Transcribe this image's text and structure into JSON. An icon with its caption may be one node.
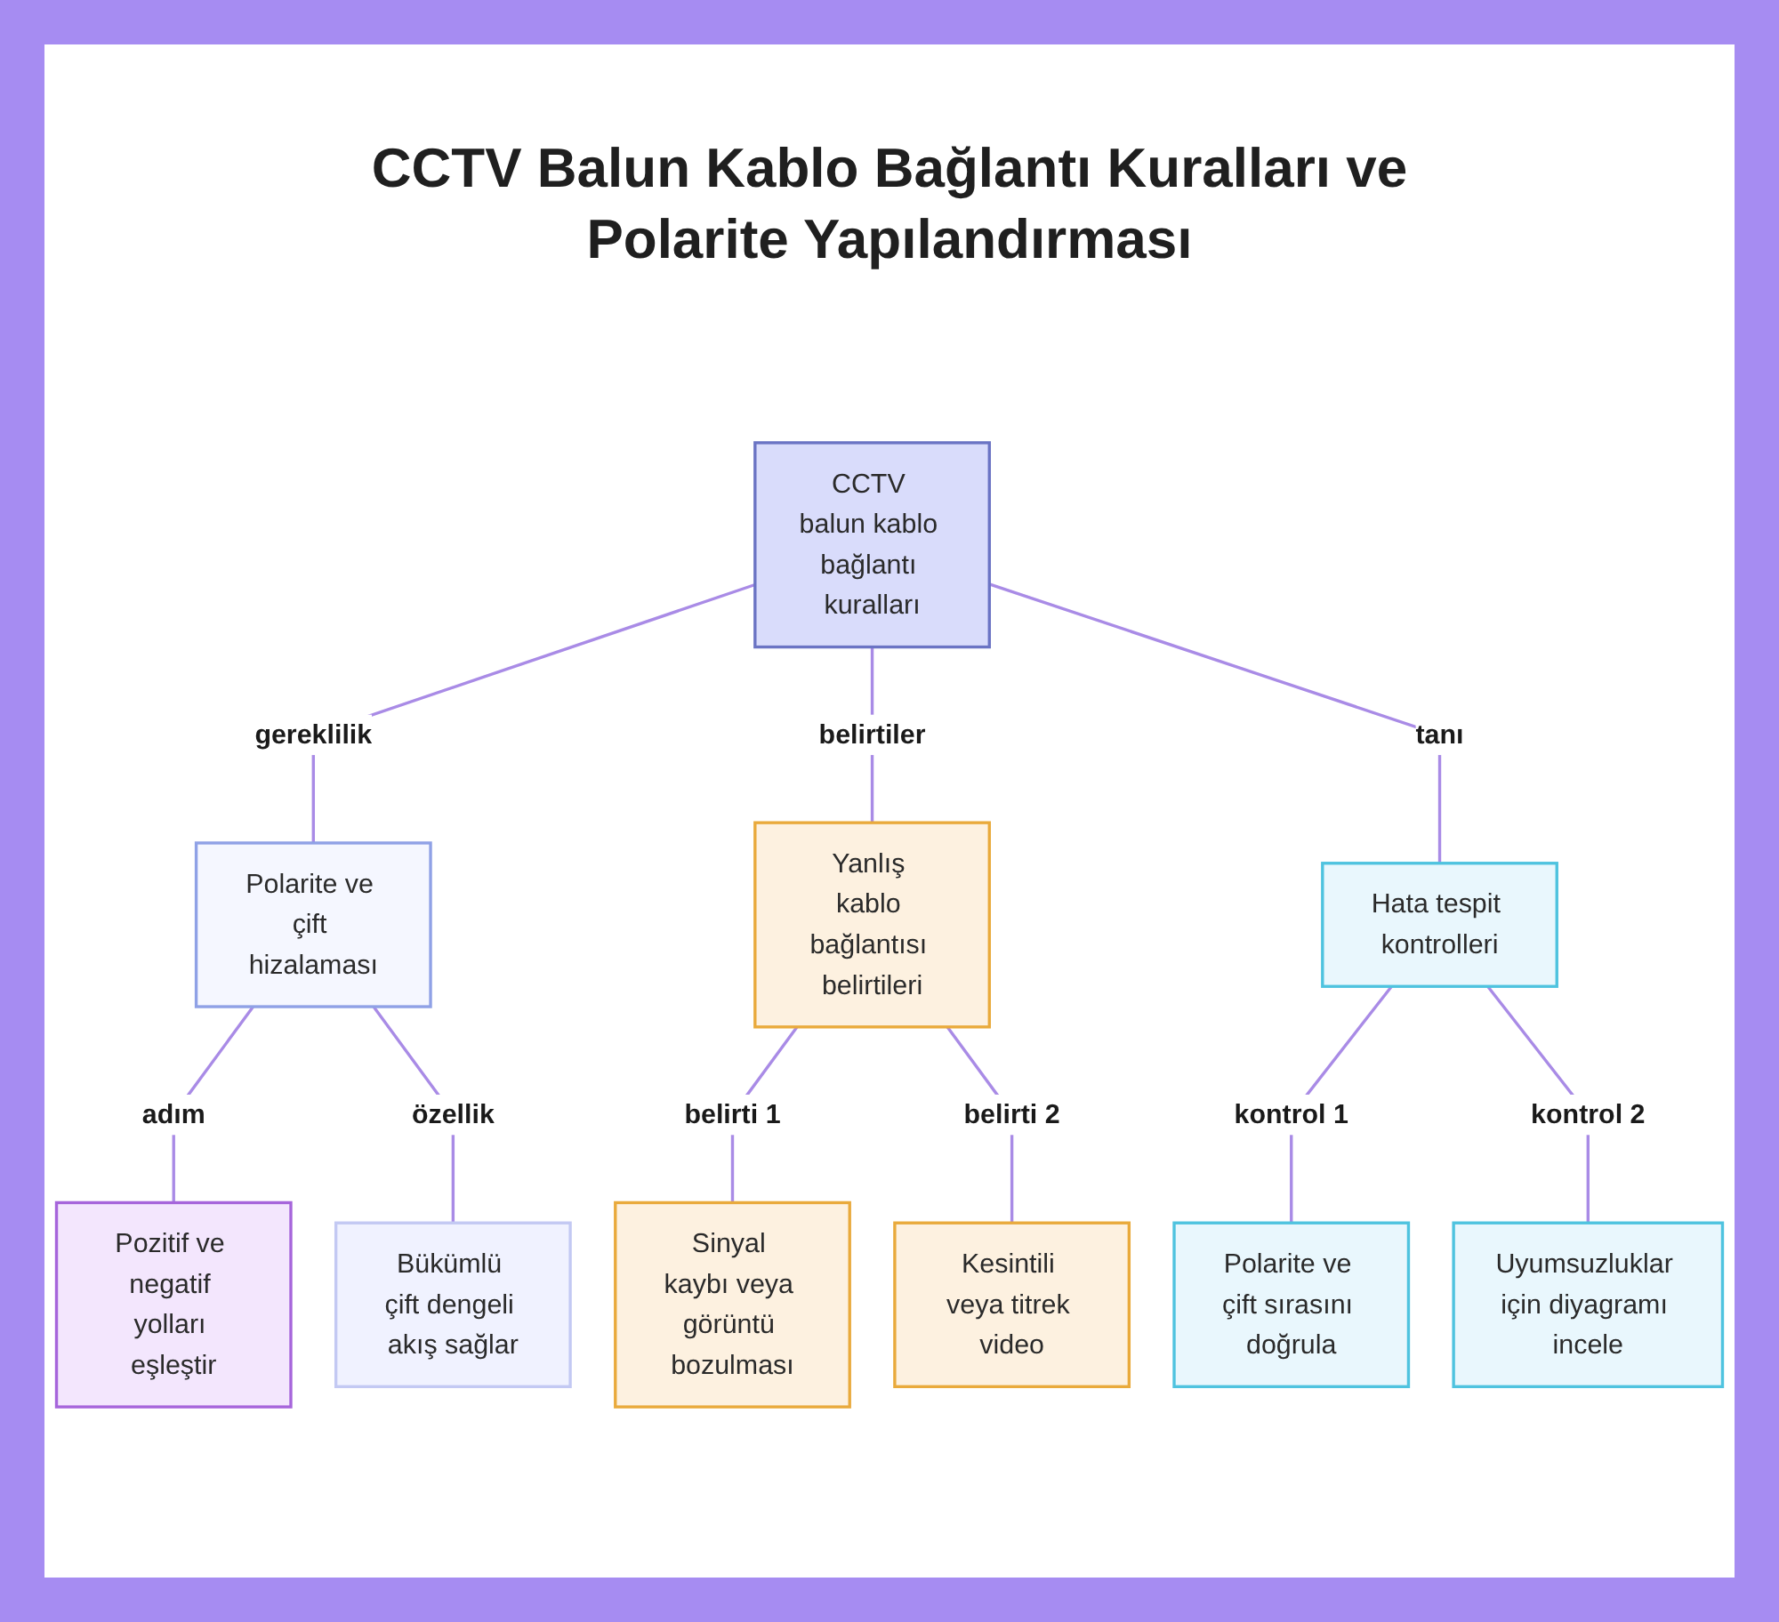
{
  "diagram": {
    "title": "CCTV Balun Kablo Bağlantı Kuralları ve Polarite Yapılandırması",
    "nodes": [
      {
        "text": [
          "CCTV balun kablo bağlantı kuralları"
        ]
      },
      {
        "text": [
          "Polarite ve çift hizalaması"
        ]
      },
      {
        "text": [
          "Yanlış kablo bağlantısı belirtileri"
        ]
      },
      {
        "text": [
          "Hata tespit kontrolleri"
        ]
      },
      {
        "text": [
          "Pozitif ve negatif yolları eşleştir"
        ]
      },
      {
        "text": [
          "Bükümlü çift dengeli akış sağlar"
        ]
      },
      {
        "text": [
          "Sinyal kaybı veya görüntü bozulması"
        ]
      },
      {
        "text": [
          "Kesintili veya titrek video"
        ]
      },
      {
        "text": [
          "Polarite ve çift sırasını doğrula"
        ]
      },
      {
        "text": [
          "Uyumsuzluklar için diyagramı incele"
        ]
      }
    ],
    "edges": [
      {
        "from": 0,
        "to": 1,
        "arrow": "none",
        "label": "gereklilik"
      },
      {
        "from": 0,
        "to": 2,
        "arrow": "none",
        "label": "belirtiler"
      },
      {
        "from": 0,
        "to": 3,
        "arrow": "none",
        "label": "tanı"
      },
      {
        "from": 1,
        "to": 4,
        "arrow": "none",
        "label": "adım"
      },
      {
        "from": 1,
        "to": 5,
        "arrow": "none",
        "label": "özellik"
      },
      {
        "from": 2,
        "to": 6,
        "arrow": "none",
        "label": "belirti 1"
      },
      {
        "from": 2,
        "to": 7,
        "arrow": "none",
        "label": "belirti 2"
      },
      {
        "from": 3,
        "to": 8,
        "arrow": "none",
        "label": "kontrol 1"
      },
      {
        "from": 3,
        "to": 9,
        "arrow": "none",
        "label": "kontrol 2"
      }
    ]
  }
}
